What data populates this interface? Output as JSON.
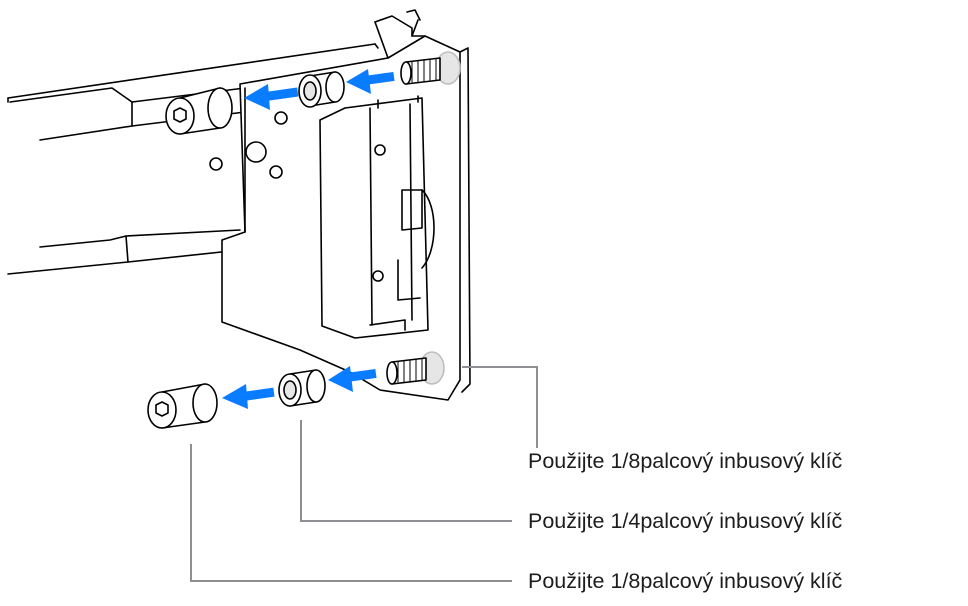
{
  "callouts": {
    "first": "Použijte 1/8palcový inbusový klíč",
    "second": "Použijte 1/4palcový inbusový klíč",
    "third": "Použijte 1/8palcový inbusový klíč"
  },
  "colors": {
    "arrow": "#0a7cff",
    "line": "#000000",
    "leader": "#8e8e93",
    "fill": "#ffffff",
    "shade": "#e6e6e6",
    "thread": "#bdbdbd"
  }
}
